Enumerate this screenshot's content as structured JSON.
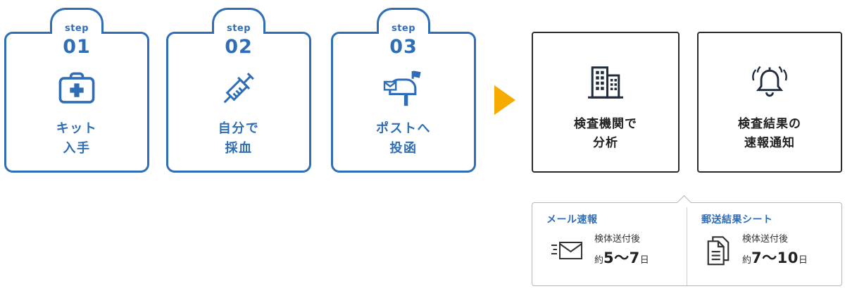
{
  "colors": {
    "step_blue": "#2f6eb6",
    "dark_navy": "#1f2d3d",
    "arrow_yellow": "#f6ab00",
    "result_border": "#2b2b2b",
    "bubble_border": "#b7b7b7",
    "text_dark": "#222222"
  },
  "steps": [
    {
      "tab_label": "step",
      "number": "01",
      "icon": "first-aid-kit-icon",
      "label1": "キット",
      "label2": "入手"
    },
    {
      "tab_label": "step",
      "number": "02",
      "icon": "syringe-icon",
      "label1": "自分で",
      "label2": "採血"
    },
    {
      "tab_label": "step",
      "number": "03",
      "icon": "mailbox-icon",
      "label1": "ポストへ",
      "label2": "投函"
    }
  ],
  "results": [
    {
      "icon": "building-icon",
      "label1": "検査機関で",
      "label2": "分析"
    },
    {
      "icon": "bell-icon",
      "label1": "検査結果の",
      "label2": "速報通知"
    }
  ],
  "notice": {
    "items": [
      {
        "title": "メール速報",
        "icon": "mail-send-icon",
        "lead": "検体送付後",
        "about": "約",
        "days": "5〜7",
        "unit": "日"
      },
      {
        "title": "郵送結果シート",
        "icon": "documents-icon",
        "lead": "検体送付後",
        "about": "約",
        "days": "7〜10",
        "unit": "日"
      }
    ]
  }
}
